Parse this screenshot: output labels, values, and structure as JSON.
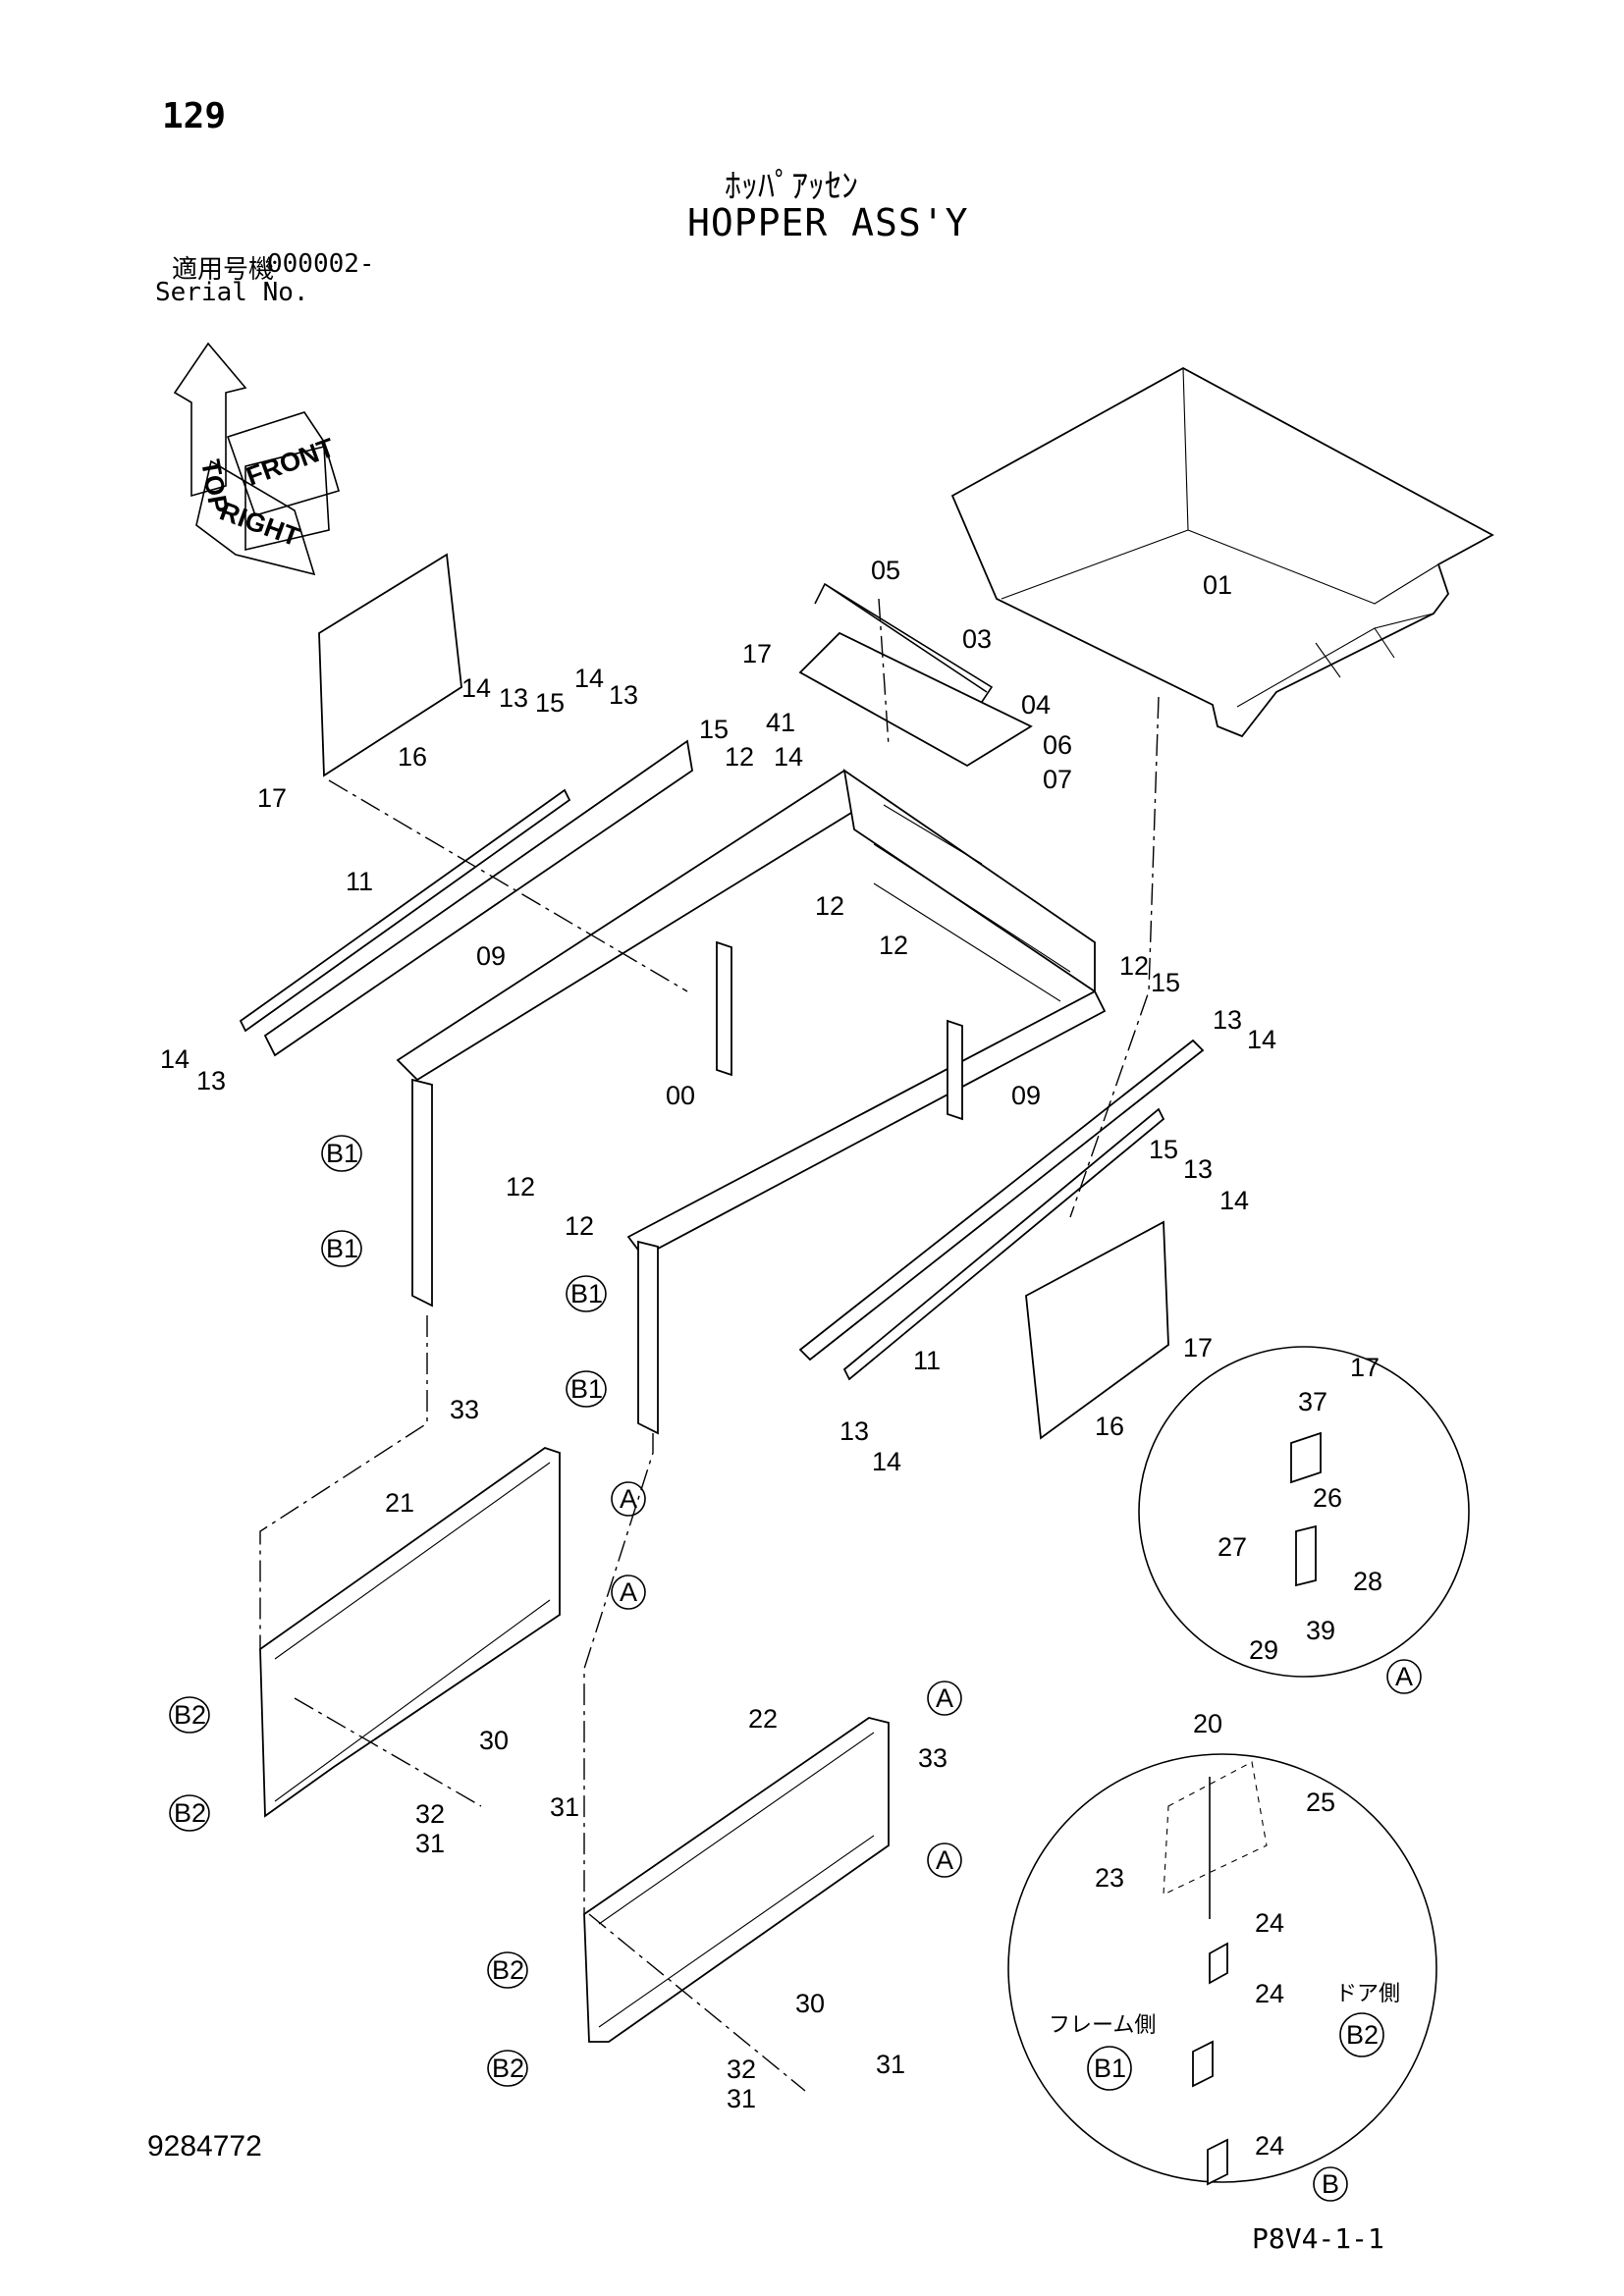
{
  "header": {
    "page_number": "129",
    "title_jp": "ﾎｯﾊﾟｱｯｾﾝ",
    "title_en": "HOPPER ASS'Y",
    "serial_label_jp": "適用号機",
    "serial_value": "000002-",
    "serial_label_en": "Serial No."
  },
  "footer": {
    "doc_number": "9284772",
    "drawing_code": "P8V4-1-1"
  },
  "orientation": {
    "top": "TOP",
    "front": "FRONT",
    "right": "RIGHT"
  },
  "detail_a": {
    "marker": "A",
    "parts": [
      "17",
      "37",
      "26",
      "27",
      "28",
      "29",
      "39"
    ]
  },
  "detail_b": {
    "marker": "B",
    "parts": [
      "20",
      "25",
      "23",
      "24"
    ],
    "door_side": "ドア側",
    "frame_side": "フレーム側",
    "badge_b1": "B1",
    "badge_b2": "B2"
  },
  "callouts": {
    "c01": "01",
    "c03": "03",
    "c04": "04",
    "c05": "05",
    "c06": "06",
    "c07": "07",
    "c00": "00",
    "c09a": "09",
    "c09b": "09",
    "c11a": "11",
    "c11b": "11",
    "c12a": "12",
    "c12b": "12",
    "c12c": "12",
    "c12d": "12",
    "c12e": "12",
    "c12f": "12",
    "c13a": "13",
    "c13b": "13",
    "c13c": "13",
    "c13d": "13",
    "c13e": "13",
    "c13f": "13",
    "c14a": "14",
    "c14b": "14",
    "c14c": "14",
    "c14d": "14",
    "c14e": "14",
    "c14f": "14",
    "c14g": "14",
    "c15a": "15",
    "c15b": "15",
    "c15c": "15",
    "c15d": "15",
    "c16a": "16",
    "c16b": "16",
    "c17a": "17",
    "c17b": "17",
    "c17c": "17",
    "c41": "41",
    "c21": "21",
    "c22": "22",
    "c30a": "30",
    "c30b": "30",
    "c31a": "31",
    "c31b": "31",
    "c31c": "31",
    "c31d": "31",
    "c32a": "32",
    "c32b": "32",
    "c33a": "33",
    "c33b": "33",
    "b1a": "B1",
    "b1b": "B1",
    "b1c": "B1",
    "b1d": "B1",
    "b2a": "B2",
    "b2b": "B2",
    "b2c": "B2",
    "b2d": "B2",
    "aa": "A",
    "ab": "A",
    "ac": "A",
    "ad": "A",
    "d17": "17",
    "d37": "37",
    "d26": "26",
    "d27": "27",
    "d28": "28",
    "d29": "29",
    "d39": "39",
    "dA": "A",
    "e20": "20",
    "e25": "25",
    "e23": "23",
    "e24a": "24",
    "e24b": "24",
    "e24c": "24",
    "eB": "B"
  }
}
